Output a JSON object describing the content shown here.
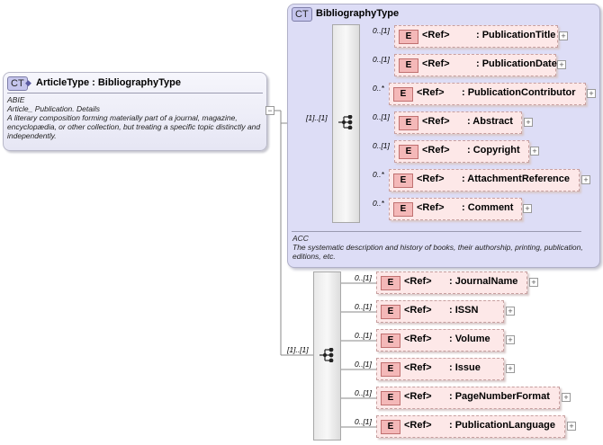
{
  "article_type": {
    "badge": "CT",
    "title": "ArticleType : BibliographyType",
    "doc": [
      "ABIE",
      "Article_ Publication. Details",
      "A literary composition forming materially part of a journal, magazine, encyclopædia, or other collection, but treating a specific topic distinctly and independently."
    ]
  },
  "bibliography_type": {
    "badge": "CT",
    "title": "BibliographyType",
    "doc": [
      "ACC",
      "The systematic description and history of books, their authorship, printing, publication, editions, etc."
    ],
    "sequence_cardinality": "[1]..[1]",
    "elements": [
      {
        "cardinality": "0..[1]",
        "badge": "E",
        "ref": "<Ref>",
        "name": ": PublicationTitle"
      },
      {
        "cardinality": "0..[1]",
        "badge": "E",
        "ref": "<Ref>",
        "name": ": PublicationDate"
      },
      {
        "cardinality": "0..*",
        "badge": "E",
        "ref": "<Ref>",
        "name": ": PublicationContributor"
      },
      {
        "cardinality": "0..[1]",
        "badge": "E",
        "ref": "<Ref>",
        "name": ": Abstract"
      },
      {
        "cardinality": "0..[1]",
        "badge": "E",
        "ref": "<Ref>",
        "name": ": Copyright"
      },
      {
        "cardinality": "0..*",
        "badge": "E",
        "ref": "<Ref>",
        "name": ": AttachmentReference"
      },
      {
        "cardinality": "0..*",
        "badge": "E",
        "ref": "<Ref>",
        "name": ": Comment"
      }
    ]
  },
  "extension_sequence": {
    "cardinality": "[1]..[1]",
    "elements": [
      {
        "cardinality": "0..[1]",
        "badge": "E",
        "ref": "<Ref>",
        "name": ": JournalName"
      },
      {
        "cardinality": "0..[1]",
        "badge": "E",
        "ref": "<Ref>",
        "name": ": ISSN"
      },
      {
        "cardinality": "0..[1]",
        "badge": "E",
        "ref": "<Ref>",
        "name": ": Volume"
      },
      {
        "cardinality": "0..[1]",
        "badge": "E",
        "ref": "<Ref>",
        "name": ": Issue"
      },
      {
        "cardinality": "0..[1]",
        "badge": "E",
        "ref": "<Ref>",
        "name": ": PageNumberFormat"
      },
      {
        "cardinality": "0..[1]",
        "badge": "E",
        "ref": "<Ref>",
        "name": ": PublicationLanguage"
      }
    ]
  },
  "expand_symbol": "+",
  "collapse_symbol": "−"
}
